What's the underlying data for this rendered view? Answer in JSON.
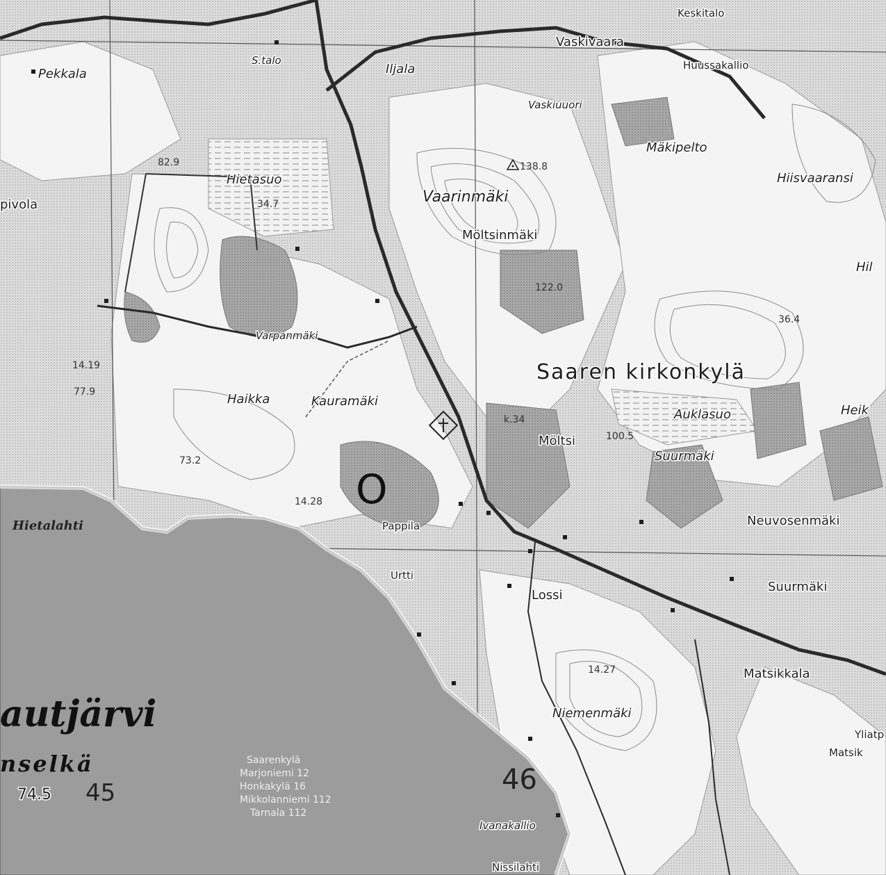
{
  "map": {
    "marker": "O",
    "places": {
      "pekkala": "Pekkala",
      "s_talo": "S.talo",
      "iljala": "Iljala",
      "vaskivaara": "Vaskivaara",
      "huussakallio": "Huussakallio",
      "keskitalo": "Keskitalo",
      "vaskiuuori": "Vaskiuuori",
      "makipelto": "Mäkipelto",
      "hiisvaaransi": "Hiisvaaransi",
      "hietasuo": "Hietasuo",
      "vaarinmaki": "Vaarinmäki",
      "pivola": "pivola",
      "moltsinmaki": "Möltsinmäki",
      "saaren_kirkonkyla": "Saaren kirkonkylä",
      "varpanmaki": "Varpanmäki",
      "haikka": "Haikka",
      "kauramaki": "Kauramäki",
      "moltsi": "Möltsi",
      "auklasuo": "Auklasuo",
      "suurmaki_label": "Suurmäki",
      "heik": "Heik",
      "hietalahti": "Hietalahti",
      "pappila": "Pappila",
      "neuvosenmaki": "Neuvosenmäki",
      "urtti": "Urtti",
      "lossi": "Lossi",
      "suurmaki": "Suurmäki",
      "matsikkala": "Matsikkala",
      "niemenmaki": "Niemenmäki",
      "yliatp": "Yliatp",
      "matsik": "Matsik",
      "ivanakallio": "Ivanakallio",
      "nissilahti": "Nissilahti",
      "hil": "Hil",
      "lake_name": "autjärvi",
      "lake_sub": "nselkä"
    },
    "elevations": {
      "e_829": "82.9",
      "e_347": "34.7",
      "e_138": "138.8",
      "e_122": "122.0",
      "e_364": "36.4",
      "e_779": "77.9",
      "e_1419": "14.19",
      "e_100": "100.5",
      "e_732": "73.2",
      "e_1428": "14.28",
      "e_745": "74.5",
      "e_1427": "14.27",
      "e_k34": "k.34"
    },
    "grid_numbers": {
      "g45": "45",
      "g46": "46"
    },
    "village_list": [
      "Saarenkylä",
      "Marjoniemi 12",
      "Honkakylä 16",
      "Mikkolanniemi 112",
      "Tarnala 112"
    ]
  }
}
